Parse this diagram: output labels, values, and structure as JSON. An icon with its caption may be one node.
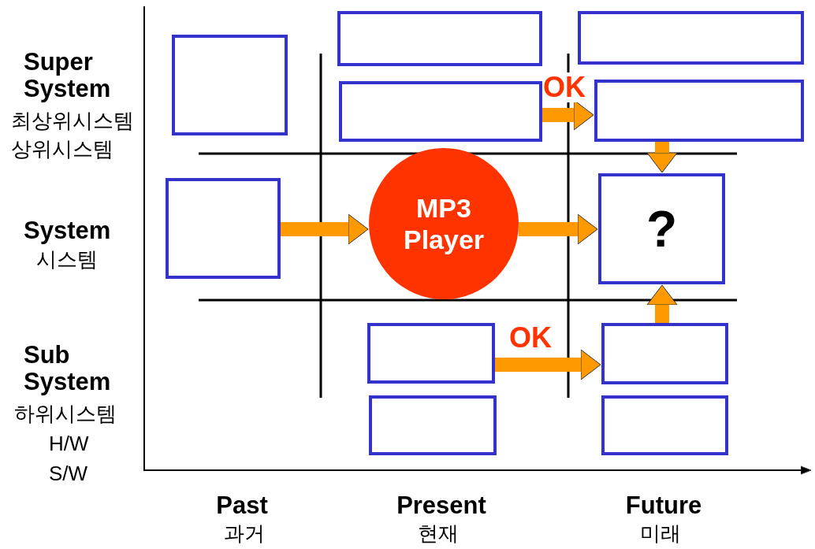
{
  "diagram": {
    "nodes": [
      {
        "text": [],
        "shape": "box"
      },
      {
        "text": [],
        "shape": "box"
      },
      {
        "text": [],
        "shape": "box"
      },
      {
        "text": [],
        "shape": "box"
      },
      {
        "text": [],
        "shape": "box"
      },
      {
        "text": [],
        "shape": "box"
      },
      {
        "text": [
          "MP3 Player"
        ]
      },
      {
        "text": [
          "?"
        ]
      },
      {
        "text": [],
        "shape": "box"
      },
      {
        "text": [],
        "shape": "box"
      },
      {
        "text": [],
        "shape": "box"
      },
      {
        "text": [],
        "shape": "box"
      }
    ],
    "edges": [
      {
        "from": 5,
        "to": 6,
        "arrow": "to"
      },
      {
        "from": 6,
        "to": 7,
        "arrow": "to"
      },
      {
        "from": 4,
        "to": 7,
        "arrow": "to"
      },
      {
        "from": 9,
        "to": 7,
        "arrow": "to"
      },
      {
        "from": 3,
        "to": 4,
        "arrow": "to",
        "label": "OK"
      },
      {
        "from": 8,
        "to": 9,
        "arrow": "to",
        "label": "OK"
      }
    ],
    "labels": [
      "Super System",
      "최상위시스템",
      "상위시스템",
      "System",
      "시스템",
      "Sub System",
      "하위시스템",
      "H/W",
      "S/W",
      "Past",
      "과거",
      "Present",
      "현재",
      "Future",
      "미래"
    ]
  }
}
